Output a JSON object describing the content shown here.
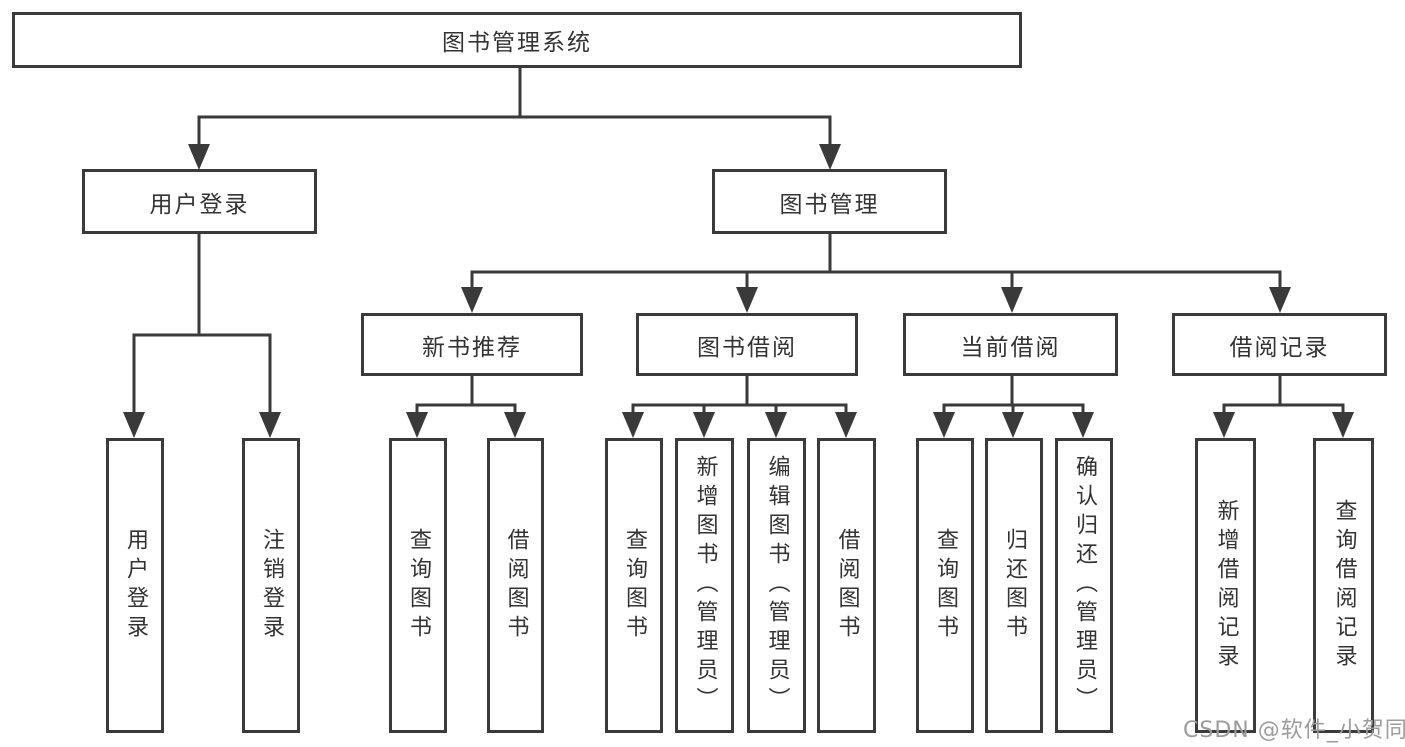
{
  "diagram_title": "图书管理系统",
  "tree": {
    "label": "图书管理系统",
    "children": [
      {
        "label": "用户登录",
        "children": [
          {
            "label": "用户登录"
          },
          {
            "label": "注销登录"
          }
        ]
      },
      {
        "label": "图书管理",
        "children": [
          {
            "label": "新书推荐",
            "children": [
              {
                "label": "查询图书"
              },
              {
                "label": "借阅图书"
              }
            ]
          },
          {
            "label": "图书借阅",
            "children": [
              {
                "label": "查询图书"
              },
              {
                "label": "新增图书（管理员）"
              },
              {
                "label": "编辑图书（管理员）"
              },
              {
                "label": "借阅图书"
              }
            ]
          },
          {
            "label": "当前借阅",
            "children": [
              {
                "label": "查询图书"
              },
              {
                "label": "归还图书"
              },
              {
                "label": "确认归还（管理员）"
              }
            ]
          },
          {
            "label": "借阅记录",
            "children": [
              {
                "label": "新增借阅记录"
              },
              {
                "label": "查询借阅记录"
              }
            ]
          }
        ]
      }
    ]
  },
  "watermark": {
    "text": "CSDN @软件_小贺同学"
  },
  "colors": {
    "line": "#3a3a3a",
    "text": "#333333",
    "watermark": "#9c9c9c",
    "background": "#ffffff"
  }
}
